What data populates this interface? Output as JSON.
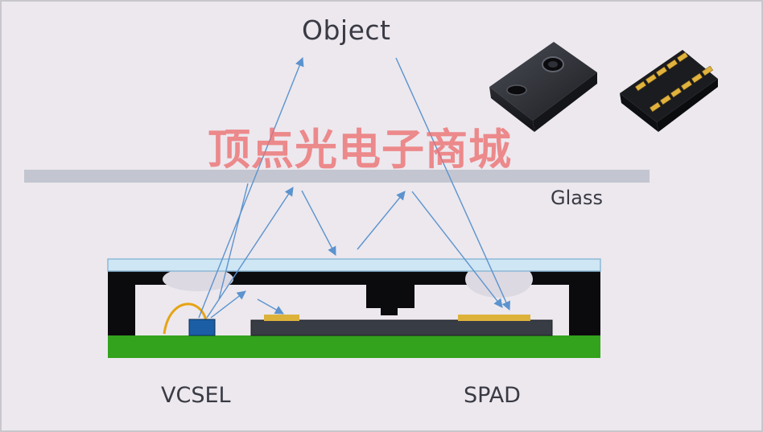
{
  "labels": {
    "object": "Object",
    "glass": "Glass",
    "emitter": "VCSEL",
    "detector": "SPAD"
  },
  "watermark": "顶点光电子商城",
  "colors": {
    "background": "#ECE8EE",
    "frame_border": "#C9C6CD",
    "glass_bar": "#C3C6D0",
    "cover_glass": "#CFE6F4",
    "cover_glass_border": "#8EB9D6",
    "housing": "#0B0B0E",
    "pcb": "#33A21C",
    "die": "#383C45",
    "bond_pad": "#DDB23B",
    "vcsel_chip": "#1B5EA6",
    "bond_wire": "#E6A414",
    "light_ray": "#5B93CE",
    "watermark": "#EC6E70"
  },
  "icons": [
    "sensor-package-top-photo",
    "sensor-package-bottom-photo"
  ]
}
